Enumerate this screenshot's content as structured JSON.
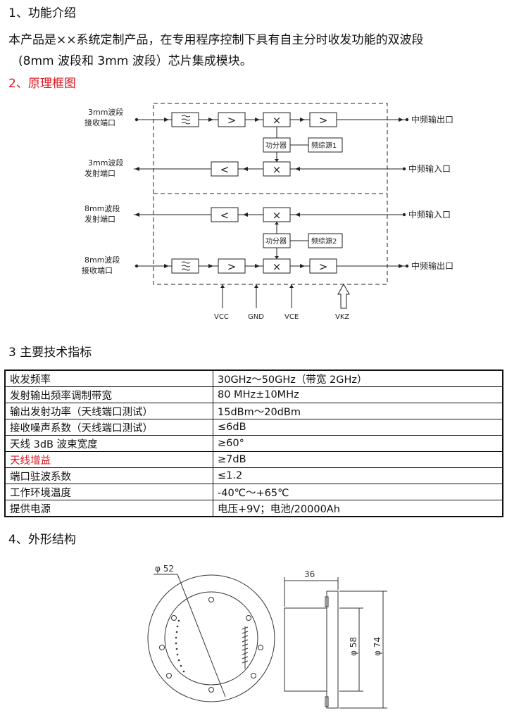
{
  "sec1": {
    "title": "1、功能介绍",
    "para_line1": "本产品是××系统定制产品，在专用程序控制下具有自主分时收发功能的双波段",
    "para_line2": "(8mm 波段和 3mm 波段）芯片集成模块。"
  },
  "sec2": {
    "title": "2、原理框图",
    "diagram": {
      "port_3mm_rx_1": "3mm波段",
      "port_3mm_rx_2": "接收端口",
      "port_3mm_tx_1": "3mm波段",
      "port_3mm_tx_2": "发射端口",
      "port_8mm_tx_1": "8mm波段",
      "port_8mm_tx_2": "发射端口",
      "port_8mm_rx_1": "8mm波段",
      "port_8mm_rx_2": "接收端口",
      "if_out_1": "中频输出口",
      "if_in_1": "中频输入口",
      "if_in_2": "中频输入口",
      "if_out_2": "中频输出口",
      "splitter_1": "功分器",
      "synth_1": "频综源1",
      "splitter_2": "功分器",
      "synth_2": "频综源2",
      "pin_vcc": "VCC",
      "pin_gnd": "GND",
      "pin_vce": "VCE",
      "pin_vkz": "VKZ",
      "sym_gt": ">",
      "sym_lt": "<",
      "sym_mix": "×"
    }
  },
  "sec3": {
    "title": "3 主要技术指标",
    "rows": [
      {
        "k": "收发频率",
        "v": "30GHz～50GHz（带宽 2GHz）"
      },
      {
        "k": "发射输出频率调制带宽",
        "v": "80 MHz±10MHz"
      },
      {
        "k": "输出发射功率（天线端口测试）",
        "v": "15dBm～20dBm"
      },
      {
        "k": "接收噪声系数（天线端口测试）",
        "v": "≤6dB"
      },
      {
        "k": "天线 3dB 波束宽度",
        "v": "≥60°"
      },
      {
        "k": "天线增益",
        "v": "≥7dB"
      },
      {
        "k": "端口驻波系数",
        "v": "≤1.2"
      },
      {
        "k": "工作环境温度",
        "v": "-40℃～+65℃"
      },
      {
        "k": "提供电源",
        "v": "电压+9V；电池/20000Ah"
      }
    ],
    "highlight_color": "#e0141e"
  },
  "sec4": {
    "title": "4、外形结构",
    "dim_phi52": "φ 52",
    "dim_36": "36",
    "dim_phi58": "φ 58",
    "dim_phi74": "φ 74"
  }
}
